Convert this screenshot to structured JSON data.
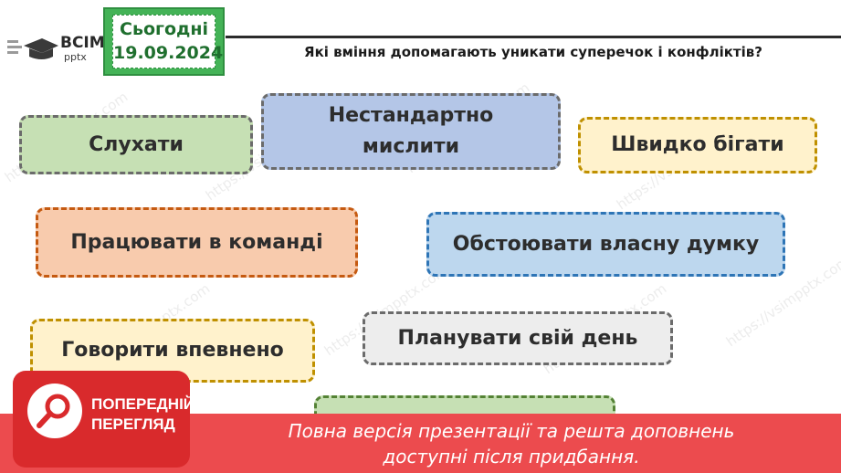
{
  "header": {
    "logo_text": "ВСІМ",
    "logo_sub": "pptx",
    "date_label": "Сьогодні",
    "date_value": "19.09.2024",
    "title": "Які вміння допомагають уникати суперечок і конфліктів?"
  },
  "cards": [
    {
      "id": "listen",
      "label": "Слухати",
      "bg": "#c6e0b4",
      "border": "#6b6b6b"
    },
    {
      "id": "think",
      "label": "Нестандартно мислити",
      "bg": "#b4c6e7",
      "border": "#6b6b6b"
    },
    {
      "id": "run",
      "label": "Швидко бігати",
      "bg": "#fff2cc",
      "border": "#bf9000"
    },
    {
      "id": "team",
      "label": "Працювати в команді",
      "bg": "#f8cbad",
      "border": "#c55a11"
    },
    {
      "id": "defend",
      "label": "Обстоювати власну думку",
      "bg": "#bdd7ee",
      "border": "#2e75b6"
    },
    {
      "id": "confident",
      "label": "Говорити впевнено",
      "bg": "#fff2cc",
      "border": "#bf9000"
    },
    {
      "id": "plan",
      "label": "Планувати свій день",
      "bg": "#ededed",
      "border": "#6b6b6b"
    },
    {
      "id": "hidden",
      "label": "",
      "bg": "#c6e0b4",
      "border": "#548235"
    }
  ],
  "preview": {
    "badge_line1": "ПОПЕРЕДНІЙ",
    "badge_line2": "ПЕРЕГЛЯД",
    "message": "Повна версія презентації та решта доповнень доступні після придбання."
  },
  "watermark": "https://vsimpptx.com"
}
